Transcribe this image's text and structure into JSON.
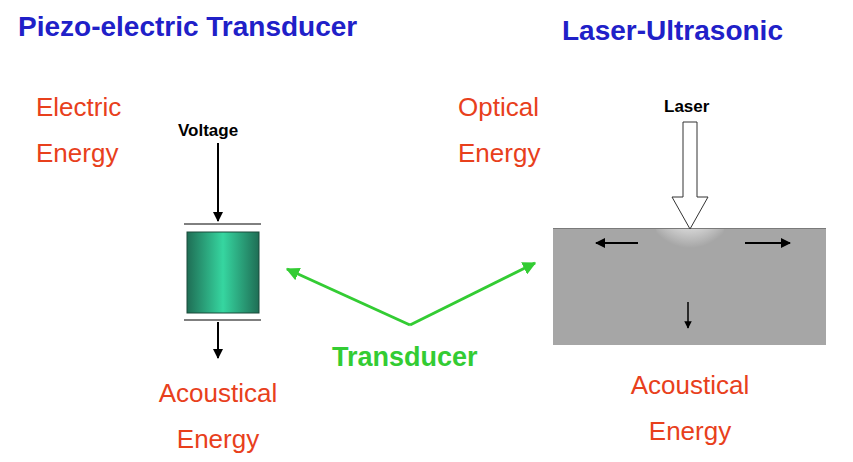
{
  "diagram": {
    "labels": [
      "Piezo-electric Transducer",
      "Laser-Ultrasonic",
      "Electric Energy",
      "Voltage",
      "Acoustical Energy",
      "Transducer",
      "Optical Energy",
      "Laser",
      "Acoustical Energy"
    ]
  }
}
